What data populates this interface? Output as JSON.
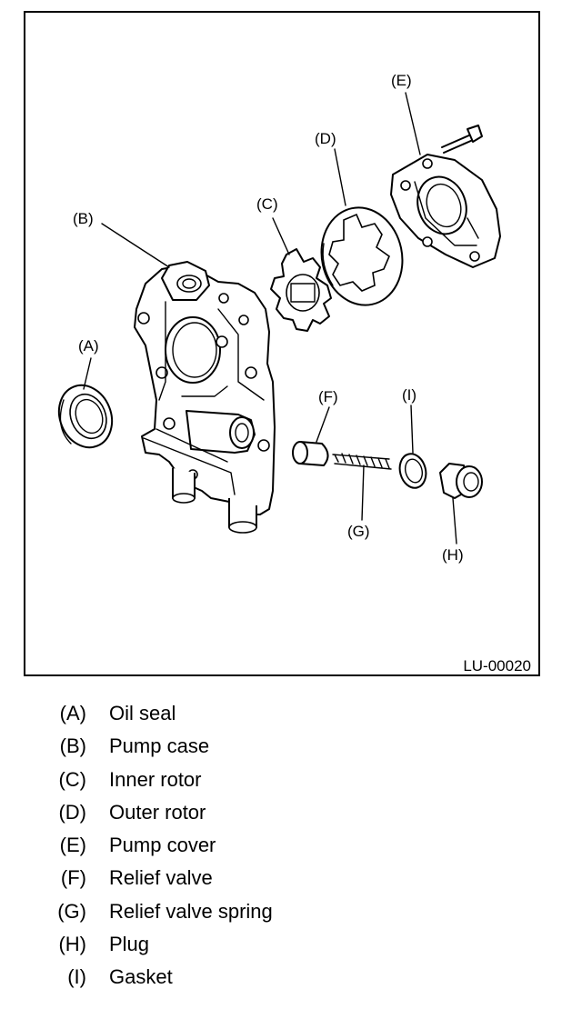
{
  "figure": {
    "id_label": "LU-00020",
    "callouts": {
      "A": "(A)",
      "B": "(B)",
      "C": "(C)",
      "D": "(D)",
      "E": "(E)",
      "F": "(F)",
      "G": "(G)",
      "H": "(H)",
      "I": "(I)"
    }
  },
  "legend": [
    {
      "code": "(A)",
      "desc": "Oil seal"
    },
    {
      "code": "(B)",
      "desc": "Pump case"
    },
    {
      "code": "(C)",
      "desc": "Inner rotor"
    },
    {
      "code": "(D)",
      "desc": "Outer rotor"
    },
    {
      "code": "(E)",
      "desc": "Pump cover"
    },
    {
      "code": "(F)",
      "desc": "Relief valve"
    },
    {
      "code": "(G)",
      "desc": "Relief valve spring"
    },
    {
      "code": "(H)",
      "desc": "Plug"
    },
    {
      "code": "(I)",
      "desc": "Gasket"
    }
  ]
}
